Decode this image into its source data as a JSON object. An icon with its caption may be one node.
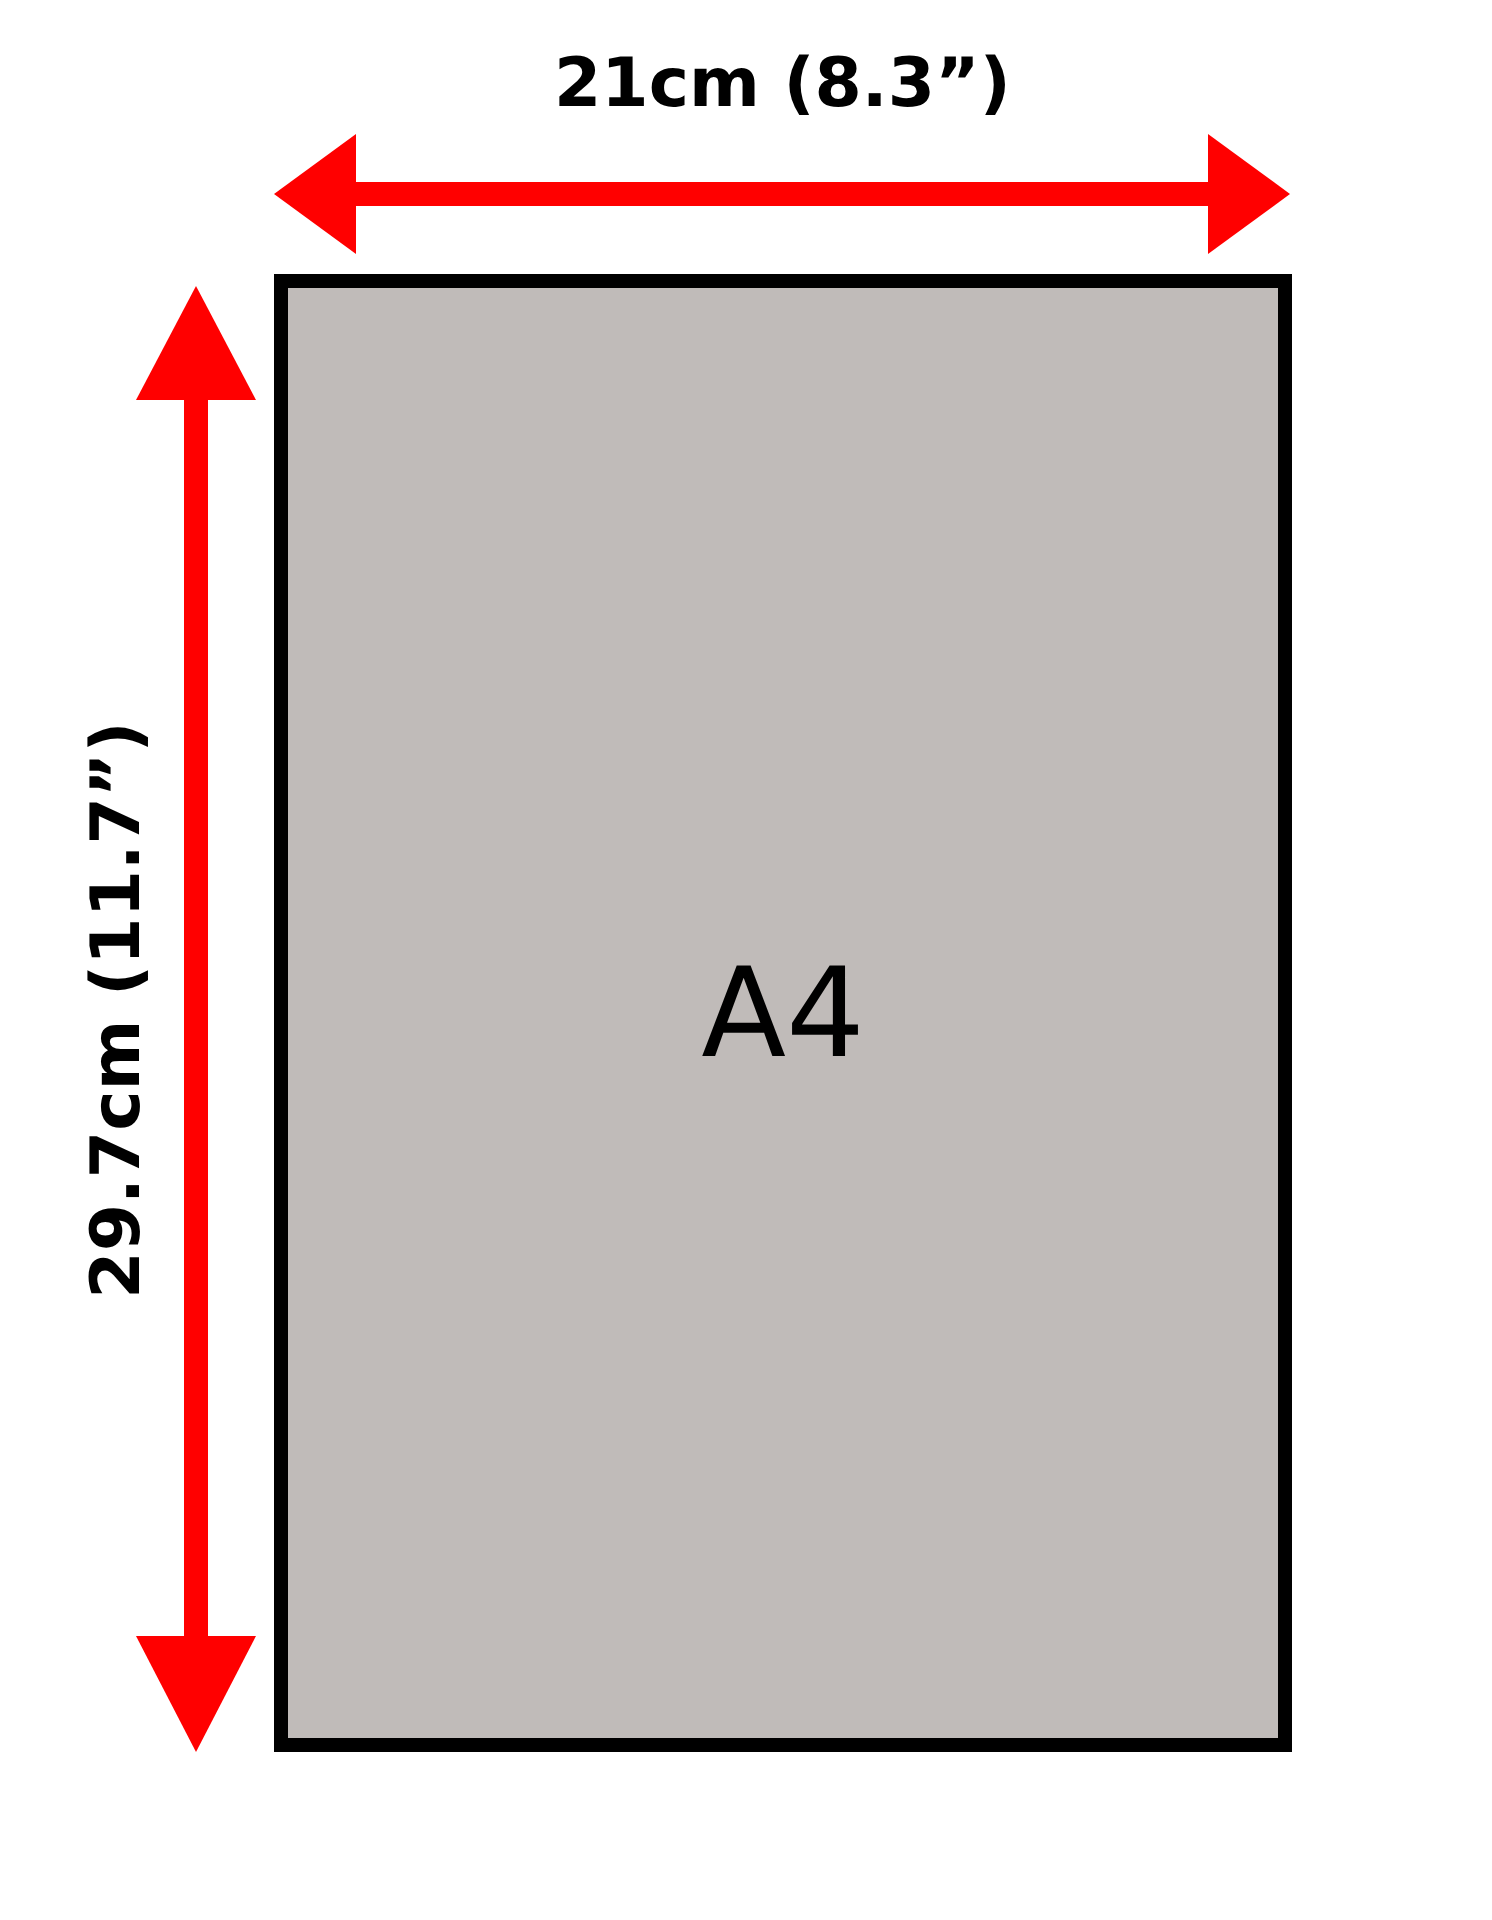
{
  "diagram": {
    "nodes": [
      {
        "text": [
          "A4"
        ]
      }
    ],
    "labels": [
      "21cm (8.3”)",
      "29.7cm (11.7”)"
    ]
  }
}
